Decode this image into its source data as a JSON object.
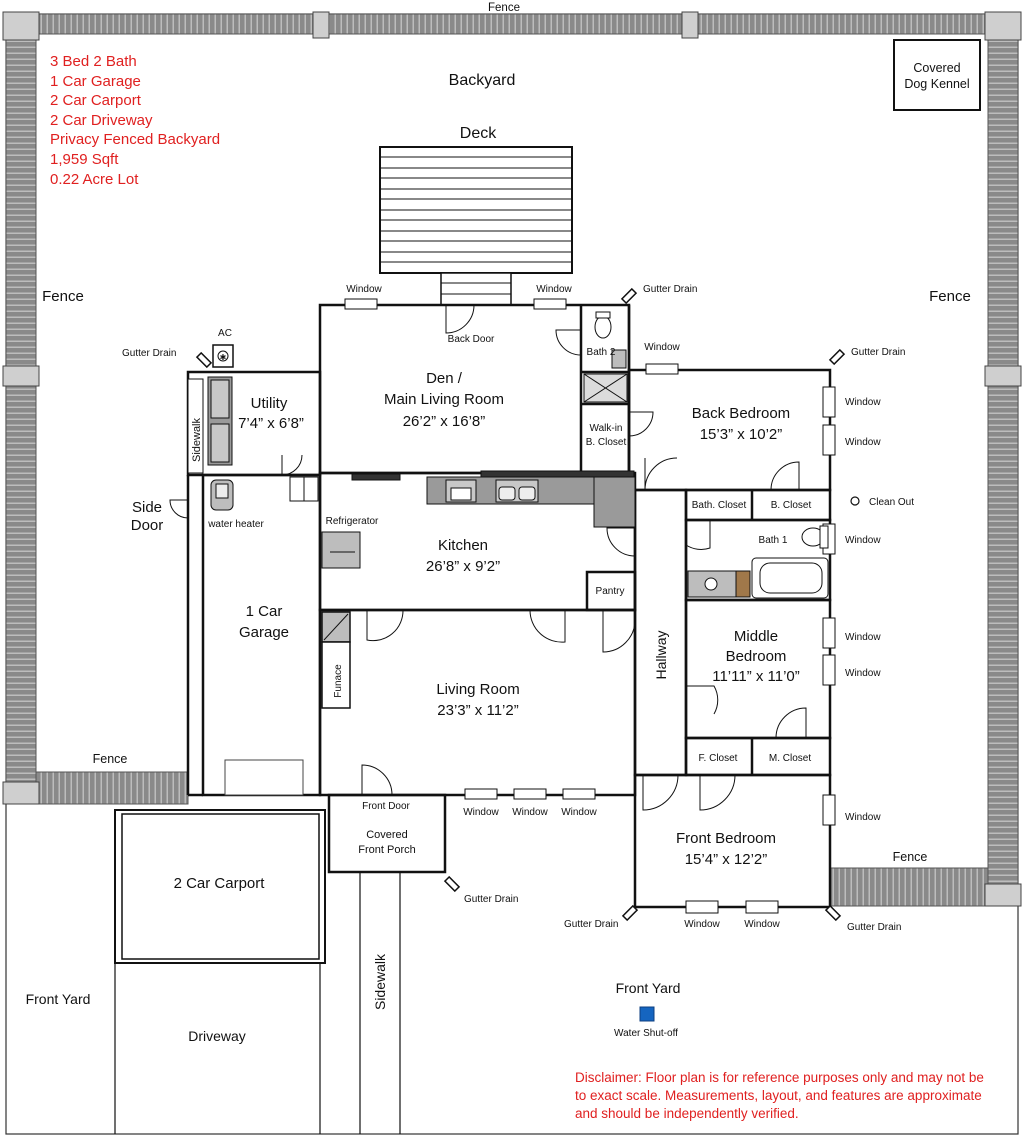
{
  "summary": [
    "3 Bed 2 Bath",
    "1 Car Garage",
    "2 Car Carport",
    "2 Car Driveway",
    "Privacy Fenced Backyard",
    "1,959 Sqft",
    "0.22 Acre Lot"
  ],
  "disclaimer": "Disclaimer: Floor plan is for reference purposes only and may not be to exact scale. Measurements, layout, and features are approximate and should be independently verified.",
  "colors": {
    "accent": "#e02020",
    "wall": "#111111",
    "fence": "#9a9a9a",
    "fixture": "#8c8c8c",
    "water_shutoff": "#1565c0",
    "cabinet": "#a0784a"
  },
  "labels": {
    "fence": "Fence",
    "backyard": "Backyard",
    "deck": "Deck",
    "kennel": [
      "Covered",
      "Dog Kennel"
    ],
    "window": "Window",
    "gutter_drain": "Gutter Drain",
    "back_door": "Back Door",
    "den": [
      "Den /",
      "Main Living Room",
      "26’2” x 16’8”"
    ],
    "bath2": "Bath 2",
    "walkin": [
      "Walk-in",
      "B. Closet"
    ],
    "back_bedroom": [
      "Back Bedroom",
      "15’3” x 10’2”"
    ],
    "ac": "AC",
    "utility": [
      "Utility",
      "7’4” x 6’8”"
    ],
    "sidewalk": "Sidewalk",
    "side_door": [
      "Side",
      "Door"
    ],
    "water_heater": "water heater",
    "refrigerator": "Refrigerator",
    "kitchen": [
      "Kitchen",
      "26’8” x 9’2”"
    ],
    "pantry": "Pantry",
    "bath_closet": "Bath. Closet",
    "b_closet": "B. Closet",
    "clean_out": "Clean Out",
    "bath1": "Bath 1",
    "garage": [
      "1 Car",
      "Garage"
    ],
    "hallway": "Hallway",
    "middle_bedroom": [
      "Middle",
      "Bedroom",
      "11’11” x 11’0”"
    ],
    "furnace": "Funace",
    "living_room": [
      "Living Room",
      "23’3” x 11’2”"
    ],
    "f_closet": "F. Closet",
    "m_closet": "M. Closet",
    "front_door": "Front Door",
    "porch": [
      "Covered",
      "Front Porch"
    ],
    "front_bedroom": [
      "Front Bedroom",
      "15’4” x 12’2”"
    ],
    "carport": "2 Car Carport",
    "front_yard": "Front Yard",
    "driveway": "Driveway",
    "water_shutoff": "Water Shut-off"
  }
}
